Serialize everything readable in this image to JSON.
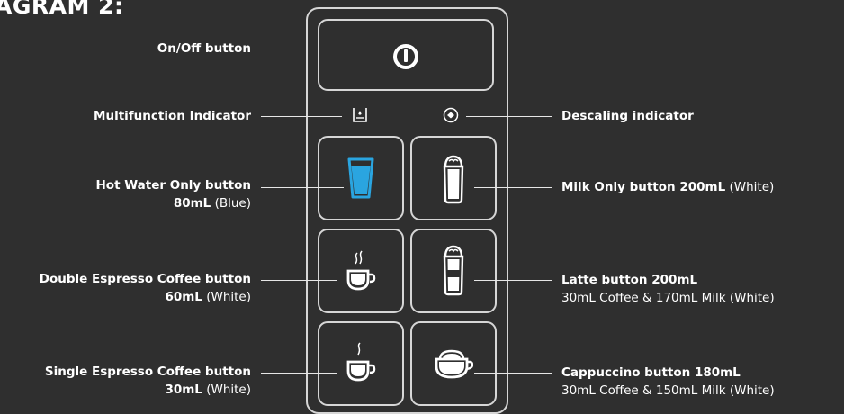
{
  "title": "AGRAM 2:",
  "labels": {
    "onoff": "On/Off button",
    "multifunction": "Multifunction Indicator",
    "descaling": "Descaling indicator",
    "hot_water_l1": "Hot Water Only button",
    "hot_water_l2_bold": "80mL",
    "hot_water_l2_rest": " (Blue)",
    "milk_only_bold": "Milk Only button 200mL",
    "milk_only_rest": " (White)",
    "double_l1": "Double Espresso Coffee button",
    "double_l2_bold": "60mL",
    "double_l2_rest": " (White)",
    "latte_l1": "Latte button 200mL",
    "latte_l2": "30mL Coffee & 170mL Milk (White)",
    "single_l1": "Single Espresso Coffee button",
    "single_l2_bold": "30mL",
    "single_l2_rest": " (White)",
    "cappuccino_l1": "Cappuccino button 180mL",
    "cappuccino_l2": "30mL Coffee & 150mL Milk (White)"
  },
  "icons": {
    "onoff": "power-icon",
    "multifunction": "water-tank-icon",
    "descaling": "descaling-icon",
    "hot_water": "hot-water-cup-icon",
    "milk_only": "milk-glass-icon",
    "double_espresso": "double-espresso-cup-icon",
    "latte": "latte-glass-icon",
    "single_espresso": "single-espresso-cup-icon",
    "cappuccino": "cappuccino-cup-icon"
  },
  "colors": {
    "background": "#2f2f2f",
    "outline": "#d6d6d6",
    "hot_water_blue": "#2aa5e0"
  }
}
